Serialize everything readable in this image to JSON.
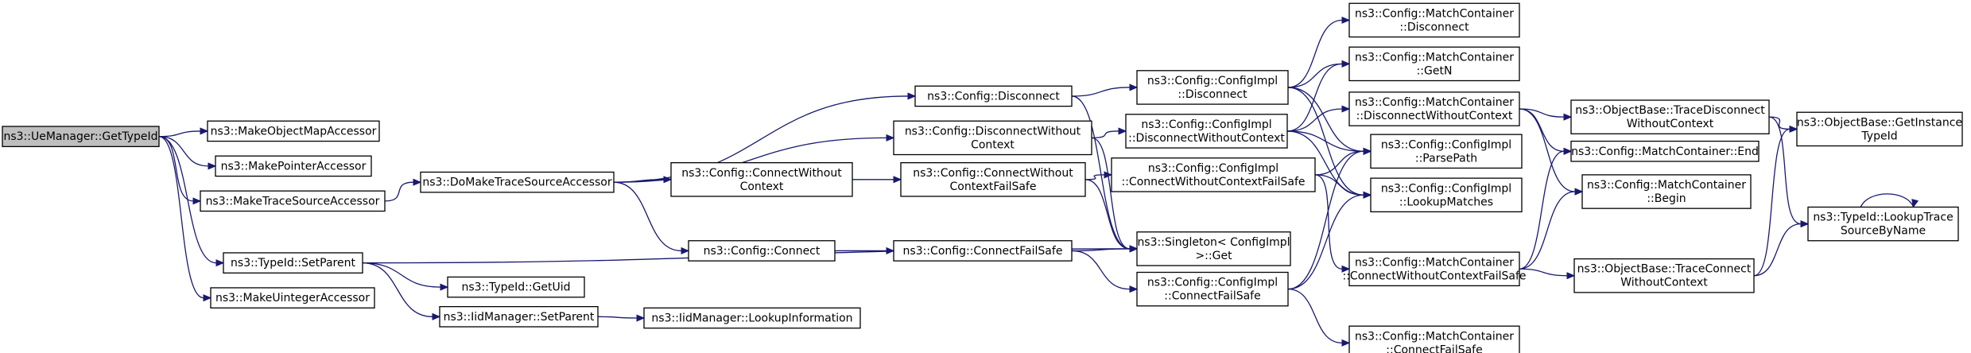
{
  "colors": {
    "edge": "#191970",
    "root_fill": "#bfbfbf",
    "node_fill": "#ffffff",
    "node_border": "#000000"
  },
  "nodes": [
    {
      "id": "getTypeId",
      "lines": [
        "ns3::UeManager::GetTypeId"
      ],
      "root": true
    },
    {
      "id": "makeObjectMap",
      "lines": [
        "ns3::MakeObjectMapAccessor"
      ]
    },
    {
      "id": "makePointer",
      "lines": [
        "ns3::MakePointerAccessor"
      ]
    },
    {
      "id": "makeTraceSrc",
      "lines": [
        "ns3::MakeTraceSourceAccessor"
      ]
    },
    {
      "id": "typeIdSetParent",
      "lines": [
        "ns3::TypeId::SetParent"
      ]
    },
    {
      "id": "makeUinteger",
      "lines": [
        "ns3::MakeUintegerAccessor"
      ]
    },
    {
      "id": "doMakeTraceSrc",
      "lines": [
        "ns3::DoMakeTraceSourceAccessor"
      ]
    },
    {
      "id": "typeIdGetUid",
      "lines": [
        "ns3::TypeId::GetUid"
      ]
    },
    {
      "id": "iidSetParent",
      "lines": [
        "ns3::IidManager::SetParent"
      ]
    },
    {
      "id": "cfgDisconnect",
      "lines": [
        "ns3::Config::Disconnect"
      ]
    },
    {
      "id": "cfgDisconnectWoCtx",
      "lines": [
        "ns3::Config::DisconnectWithout",
        "Context"
      ]
    },
    {
      "id": "cfgConnectWoCtx",
      "lines": [
        "ns3::Config::ConnectWithout",
        "Context"
      ]
    },
    {
      "id": "cfgConnect",
      "lines": [
        "ns3::Config::Connect"
      ]
    },
    {
      "id": "iidLookupInfo",
      "lines": [
        "ns3::IidManager::LookupInformation"
      ]
    },
    {
      "id": "cfgConnectWoCtxFS",
      "lines": [
        "ns3::Config::ConnectWithout",
        "ContextFailSafe"
      ]
    },
    {
      "id": "cfgConnectFS",
      "lines": [
        "ns3::Config::ConnectFailSafe"
      ]
    },
    {
      "id": "implDisconnect",
      "lines": [
        "ns3::Config::ConfigImpl",
        "::Disconnect"
      ]
    },
    {
      "id": "implDisconnectWoCtx",
      "lines": [
        "ns3::Config::ConfigImpl",
        "::DisconnectWithoutContext"
      ]
    },
    {
      "id": "implConnectWoCtxFS",
      "lines": [
        "ns3::Config::ConfigImpl",
        "::ConnectWithoutContextFailSafe"
      ]
    },
    {
      "id": "singletonGet",
      "lines": [
        "ns3::Singleton< ConfigImpl",
        " >::Get"
      ]
    },
    {
      "id": "implConnectFS",
      "lines": [
        "ns3::Config::ConfigImpl",
        "::ConnectFailSafe"
      ]
    },
    {
      "id": "mcDisconnect",
      "lines": [
        "ns3::Config::MatchContainer",
        "::Disconnect"
      ]
    },
    {
      "id": "mcGetN",
      "lines": [
        "ns3::Config::MatchContainer",
        "::GetN"
      ]
    },
    {
      "id": "mcDisconnectWoCtx",
      "lines": [
        "ns3::Config::MatchContainer",
        "::DisconnectWithoutContext"
      ]
    },
    {
      "id": "implParsePath",
      "lines": [
        "ns3::Config::ConfigImpl",
        "::ParsePath"
      ]
    },
    {
      "id": "implLookupMatches",
      "lines": [
        "ns3::Config::ConfigImpl",
        "::LookupMatches"
      ]
    },
    {
      "id": "mcConnectWoCtxFS",
      "lines": [
        "ns3::Config::MatchContainer",
        "::ConnectWithoutContextFailSafe"
      ]
    },
    {
      "id": "mcConnectFS",
      "lines": [
        "ns3::Config::MatchContainer",
        "::ConnectFailSafe"
      ]
    },
    {
      "id": "obTraceDisconnectWoCtx",
      "lines": [
        "ns3::ObjectBase::TraceDisconnect",
        "WithoutContext"
      ]
    },
    {
      "id": "mcEnd",
      "lines": [
        "ns3::Config::MatchContainer::End"
      ]
    },
    {
      "id": "mcBegin",
      "lines": [
        "ns3::Config::MatchContainer",
        "::Begin"
      ]
    },
    {
      "id": "obTraceConnectWoCtx",
      "lines": [
        "ns3::ObjectBase::TraceConnect",
        "WithoutContext"
      ]
    },
    {
      "id": "obGetInstanceTypeId",
      "lines": [
        "ns3::ObjectBase::GetInstance",
        "TypeId"
      ]
    },
    {
      "id": "typeIdLookupTrace",
      "lines": [
        "ns3::TypeId::LookupTrace",
        "SourceByName"
      ]
    }
  ],
  "edges": [
    [
      "getTypeId",
      "makeObjectMap"
    ],
    [
      "getTypeId",
      "makePointer"
    ],
    [
      "getTypeId",
      "makeTraceSrc"
    ],
    [
      "getTypeId",
      "typeIdSetParent"
    ],
    [
      "getTypeId",
      "makeUinteger"
    ],
    [
      "makeTraceSrc",
      "doMakeTraceSrc"
    ],
    [
      "typeIdSetParent",
      "typeIdGetUid"
    ],
    [
      "typeIdSetParent",
      "iidSetParent"
    ],
    [
      "typeIdSetParent",
      "singletonGet"
    ],
    [
      "iidSetParent",
      "iidLookupInfo"
    ],
    [
      "doMakeTraceSrc",
      "cfgDisconnect"
    ],
    [
      "doMakeTraceSrc",
      "cfgDisconnectWoCtx"
    ],
    [
      "doMakeTraceSrc",
      "cfgConnectWoCtx"
    ],
    [
      "doMakeTraceSrc",
      "cfgConnect"
    ],
    [
      "cfgDisconnect",
      "implDisconnect"
    ],
    [
      "cfgDisconnect",
      "singletonGet"
    ],
    [
      "cfgDisconnectWoCtx",
      "implDisconnectWoCtx"
    ],
    [
      "cfgDisconnectWoCtx",
      "singletonGet"
    ],
    [
      "cfgConnectWoCtx",
      "cfgConnectWoCtxFS"
    ],
    [
      "cfgConnect",
      "cfgConnectFS"
    ],
    [
      "cfgConnectWoCtxFS",
      "implConnectWoCtxFS"
    ],
    [
      "cfgConnectWoCtxFS",
      "singletonGet"
    ],
    [
      "cfgConnectFS",
      "singletonGet"
    ],
    [
      "cfgConnectFS",
      "implConnectFS"
    ],
    [
      "implDisconnect",
      "mcDisconnect"
    ],
    [
      "implDisconnect",
      "mcGetN"
    ],
    [
      "implDisconnect",
      "implParsePath"
    ],
    [
      "implDisconnect",
      "implLookupMatches"
    ],
    [
      "implDisconnectWoCtx",
      "mcGetN"
    ],
    [
      "implDisconnectWoCtx",
      "mcDisconnectWoCtx"
    ],
    [
      "implDisconnectWoCtx",
      "implParsePath"
    ],
    [
      "implDisconnectWoCtx",
      "implLookupMatches"
    ],
    [
      "implConnectWoCtxFS",
      "implParsePath"
    ],
    [
      "implConnectWoCtxFS",
      "implLookupMatches"
    ],
    [
      "implConnectWoCtxFS",
      "mcConnectWoCtxFS"
    ],
    [
      "implConnectFS",
      "implParsePath"
    ],
    [
      "implConnectFS",
      "implLookupMatches"
    ],
    [
      "implConnectFS",
      "mcConnectFS"
    ],
    [
      "mcDisconnectWoCtx",
      "obTraceDisconnectWoCtx"
    ],
    [
      "mcDisconnectWoCtx",
      "mcEnd"
    ],
    [
      "mcDisconnectWoCtx",
      "mcBegin"
    ],
    [
      "mcConnectWoCtxFS",
      "mcEnd"
    ],
    [
      "mcConnectWoCtxFS",
      "mcBegin"
    ],
    [
      "mcConnectWoCtxFS",
      "obTraceConnectWoCtx"
    ],
    [
      "obTraceDisconnectWoCtx",
      "obGetInstanceTypeId"
    ],
    [
      "obTraceDisconnectWoCtx",
      "typeIdLookupTrace"
    ],
    [
      "obTraceConnectWoCtx",
      "obGetInstanceTypeId"
    ],
    [
      "obTraceConnectWoCtx",
      "typeIdLookupTrace"
    ],
    [
      "typeIdLookupTrace",
      "typeIdLookupTrace"
    ]
  ]
}
